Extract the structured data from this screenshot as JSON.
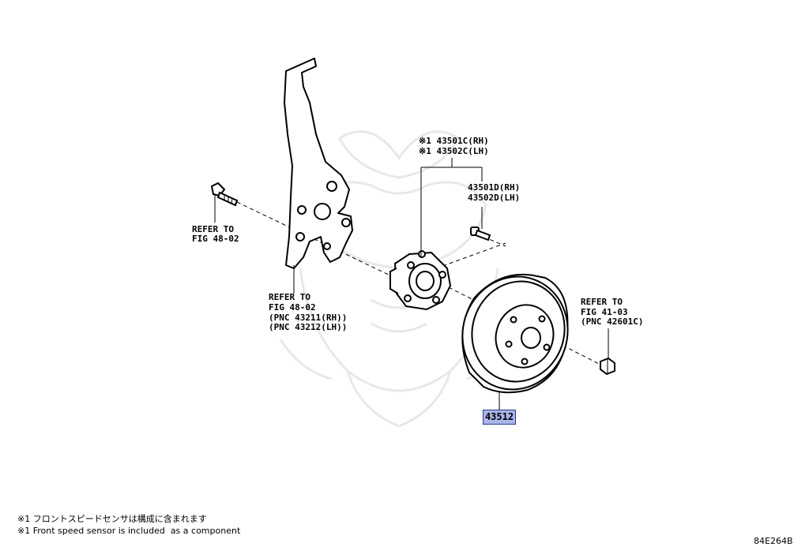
{
  "callouts": {
    "hub_rh_c": "※1 43501C(RH)",
    "hub_lh_c": "※1 43502C(LH)",
    "hub_rh_d": "43501D(RH)",
    "hub_lh_d": "43502D(LH)",
    "bolt_ref_1": "REFER TO",
    "bolt_ref_2": "FIG 48-02",
    "knuckle_ref_1": "REFER TO",
    "knuckle_ref_2": "FIG 48-02",
    "knuckle_ref_3": "(PNC 43211(RH))",
    "knuckle_ref_4": "(PNC 43212(LH))",
    "nut_ref_1": "REFER TO",
    "nut_ref_2": "FIG 41-03",
    "nut_ref_3": "(PNC 42601C)"
  },
  "part_number_badge": "43512",
  "footnotes": {
    "jp": "※1 フロントスピードセンサは構成に含まれます",
    "en": "※1 Front speed sensor is included  as a component"
  },
  "illustration_code": "84E264B",
  "colors": {
    "badge_fill": "#a9b4ea",
    "badge_border": "#2d3a8c",
    "line": "#000000",
    "watermark": "#e9e9e9"
  }
}
